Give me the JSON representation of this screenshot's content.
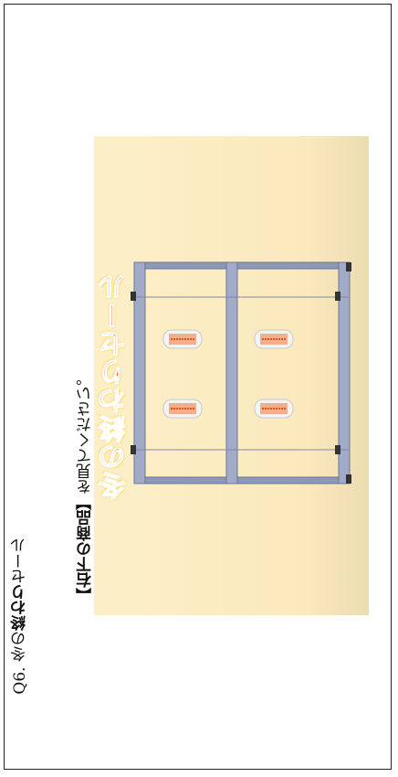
{
  "question": {
    "number": "Q6.",
    "title_pre": "冬の",
    "title_bold": "終わり",
    "title_post": "セール",
    "instruction_bold": "【右下の商品】",
    "instruction_text": "を見てください。"
  },
  "image": {
    "banner_text": "冬の終わりセール",
    "banner_color": "#ff3300",
    "background_color": "#fcefc8"
  },
  "products": [
    {
      "name": "heater-top-left"
    },
    {
      "name": "heater-top-right"
    },
    {
      "name": "heater-bottom-left"
    },
    {
      "name": "heater-bottom-right"
    }
  ]
}
